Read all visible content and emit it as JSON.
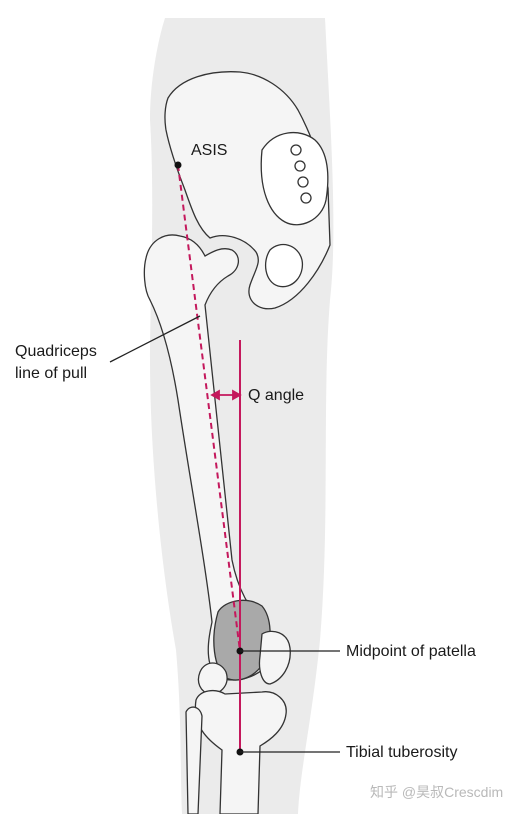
{
  "labels": {
    "asis": "ASIS",
    "quadriceps_line1": "Quadriceps",
    "quadriceps_line2": "line of pull",
    "q_angle": "Q angle",
    "midpoint_patella": "Midpoint of patella",
    "tibial_tuberosity": "Tibial tuberosity"
  },
  "watermark": "知乎 @昊叔Crescdim",
  "colors": {
    "accent_line": "#c4185c",
    "bone_fill": "#f4f4f4",
    "body_fill": "#ebebeb",
    "patella_fill": "#a9a9a9",
    "outline": "#333333"
  }
}
